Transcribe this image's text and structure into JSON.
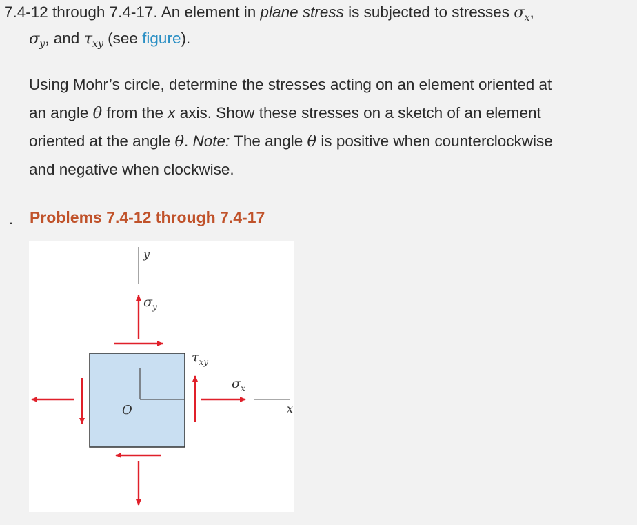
{
  "problem": {
    "number": "7.4-12 through 7.4-17.",
    "intro_1": "An element in",
    "intro_plane_stress": "plane stress",
    "intro_2": "is subjected to stresses",
    "sigma_x_sym": "σ",
    "sigma_x_sub": "x",
    "comma": ",",
    "sigma_y_sym": "σ",
    "sigma_y_sub": "y",
    "and_text": ", and",
    "tau_xy_sym": "τ",
    "tau_xy_sub": "xy",
    "see_open": "(see",
    "figure_link": "figure",
    "see_close": ")."
  },
  "instructions": {
    "line1": "Using Mohr’s circle, determine the stresses acting on an element oriented at",
    "line2_a": "an angle",
    "theta": "θ",
    "line2_b": "from the",
    "x_var": "x",
    "line2_c": "axis. Show these stresses on a sketch of an element",
    "line3_a": "oriented at the angle",
    "line3_b": ".",
    "note_label": "Note:",
    "line3_c": "The angle",
    "line3_d": "is positive when counterclockwise",
    "line4": "and negative when clockwise."
  },
  "caption": {
    "bullet": ".",
    "text": "Problems 7.4-12 through 7.4-17"
  },
  "figure_labels": {
    "y_axis": "y",
    "x_axis": "x",
    "origin": "O",
    "sigma_y": "σ",
    "sigma_y_sub": "y",
    "sigma_x": "σ",
    "sigma_x_sub": "x",
    "tau": "τ",
    "tau_sub": "xy"
  },
  "colors": {
    "arrow": "#e0202a",
    "element_fill": "#c9dff2",
    "caption": "#c0522a",
    "link": "#2a8fc4"
  }
}
